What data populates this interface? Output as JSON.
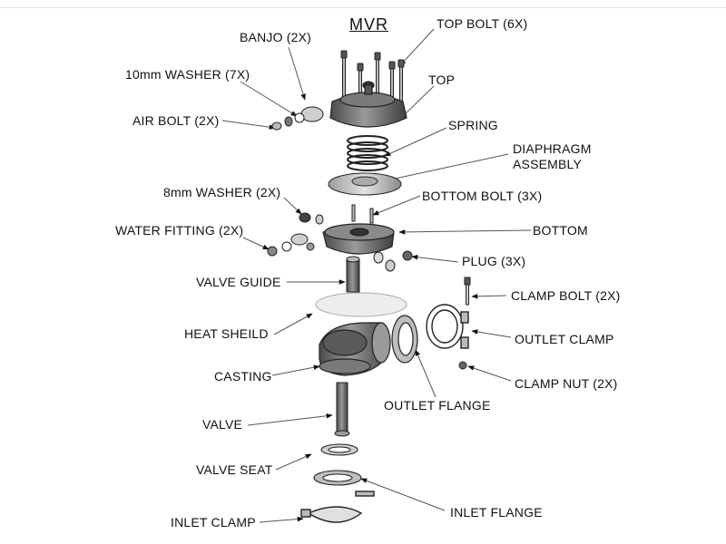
{
  "title": "MVR",
  "labels": {
    "top_bolt": "TOP BOLT (6X)",
    "banjo": "BANJO (2X)",
    "washer_10mm": "10mm WASHER (7X)",
    "top": "TOP",
    "air_bolt": "AIR BOLT (2X)",
    "spring": "SPRING",
    "diaphragm_1": "DIAPHRAGM",
    "diaphragm_2": "ASSEMBLY",
    "washer_8mm": "8mm WASHER (2X)",
    "bottom_bolt": "BOTTOM BOLT (3X)",
    "water_fitting": "WATER FITTING (2X)",
    "bottom": "BOTTOM",
    "plug": "PLUG (3X)",
    "valve_guide": "VALVE GUIDE",
    "clamp_bolt": "CLAMP BOLT (2X)",
    "heat_shield": "HEAT SHEILD",
    "outlet_clamp": "OUTLET CLAMP",
    "casting": "CASTING",
    "clamp_nut": "CLAMP NUT (2X)",
    "outlet_flange": "OUTLET FLANGE",
    "valve": "VALVE",
    "valve_seat": "VALVE SEAT",
    "inlet_flange": "INLET FLANGE",
    "inlet_clamp": "INLET CLAMP"
  }
}
